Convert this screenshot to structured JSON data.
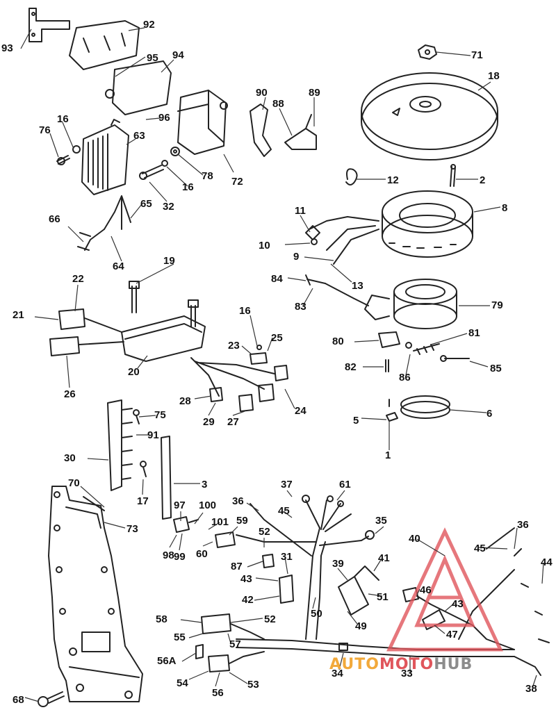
{
  "diagram": {
    "labels": [
      "93",
      "92",
      "95",
      "94",
      "71",
      "18",
      "16",
      "76",
      "63",
      "96",
      "90",
      "88",
      "89",
      "72",
      "78",
      "16",
      "32",
      "12",
      "2",
      "65",
      "66",
      "64",
      "8",
      "11",
      "10",
      "9",
      "13",
      "19",
      "22",
      "84",
      "83",
      "79",
      "21",
      "16",
      "25",
      "23",
      "80",
      "81",
      "20",
      "26",
      "82",
      "85",
      "86",
      "28",
      "29",
      "27",
      "24",
      "75",
      "91",
      "5",
      "6",
      "1",
      "30",
      "17",
      "3",
      "70",
      "73",
      "97",
      "100",
      "37",
      "61",
      "36",
      "45",
      "101",
      "59",
      "52",
      "35",
      "98",
      "99",
      "60",
      "36",
      "45",
      "40",
      "87",
      "31",
      "39",
      "41",
      "44",
      "43",
      "46",
      "51",
      "42",
      "43",
      "50",
      "49",
      "58",
      "52",
      "47",
      "55",
      "57",
      "56A",
      "54",
      "56",
      "53",
      "34",
      "33",
      "38",
      "68"
    ]
  },
  "watermark": {
    "part1": "AUTO",
    "part2": "MOTO",
    "part3": "HUB",
    "colors": {
      "auto": "#f2a93b",
      "moto": "#e0565c",
      "hub": "#8c8c8c",
      "logo": "#e0565c"
    }
  }
}
